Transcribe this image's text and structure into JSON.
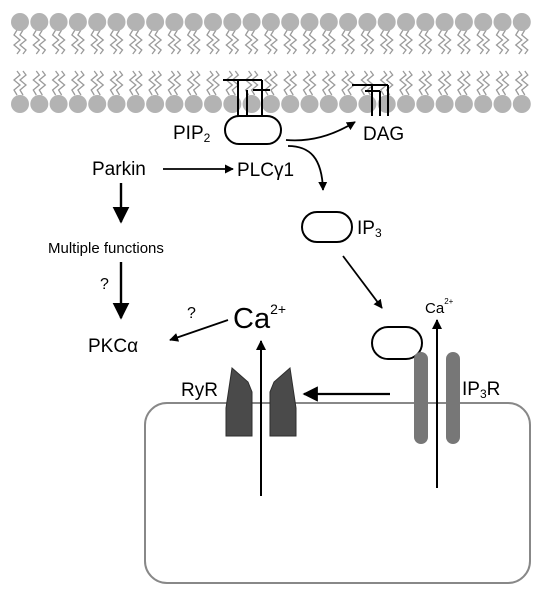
{
  "labels": {
    "pip2": "PIP",
    "pip2_sub": "2",
    "dag": "DAG",
    "parkin": "Parkin",
    "plc": "PLC",
    "plc_greek": "γ",
    "plc_suffix": "1",
    "ip3": "IP",
    "ip3_sub": "3",
    "multiple_functions": "Multiple functions",
    "question_1": "?",
    "question_2": "?",
    "pkc": "PKC",
    "pkc_greek": "α",
    "ca_big": "Ca",
    "ca_big_sup": "2+",
    "ca_small": "Ca",
    "ca_small_sup": "2+",
    "ryr": "RyR",
    "ip3r": "IP",
    "ip3r_sub": "3",
    "ip3r_suffix": "R"
  },
  "colors": {
    "lipid_head": "#b3b3b3",
    "lipid_tail": "#9a9a9a",
    "ryr_fill": "#4a4a4a",
    "ip3r_fill": "#777777",
    "cell_outline": "#888888",
    "arrow": "#000000"
  }
}
